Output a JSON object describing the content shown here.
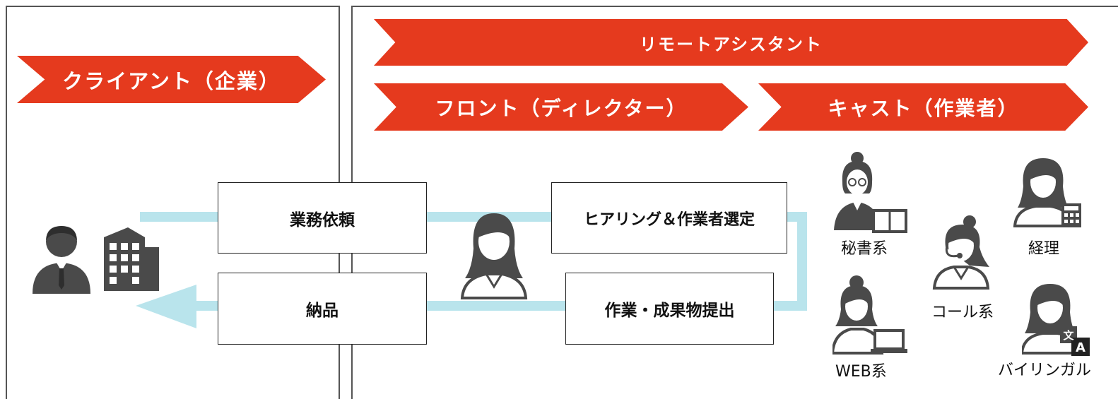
{
  "banners": {
    "client": "クライアント（企業）",
    "remote_assistant": "リモートアシスタント",
    "front": "フロント（ディレクター）",
    "cast": "キャスト（作業者）"
  },
  "boxes": {
    "request": "業務依頼",
    "delivery": "納品",
    "hearing": "ヒアリング＆作業者選定",
    "submit": "作業・成果物提出"
  },
  "cast_roles": {
    "secretary": "秘書系",
    "accounting": "経理",
    "call": "コール系",
    "web": "WEB系",
    "bilingual": "バイリンガル"
  },
  "colors": {
    "accent": "#e53a1e",
    "flow_line": "#b9e4ec",
    "icon": "#4a4a4a"
  },
  "icons": [
    "businessman-icon",
    "office-building-icon",
    "director-woman-icon",
    "secretary-icon",
    "accountant-icon",
    "call-operator-icon",
    "web-worker-icon",
    "translator-icon"
  ]
}
